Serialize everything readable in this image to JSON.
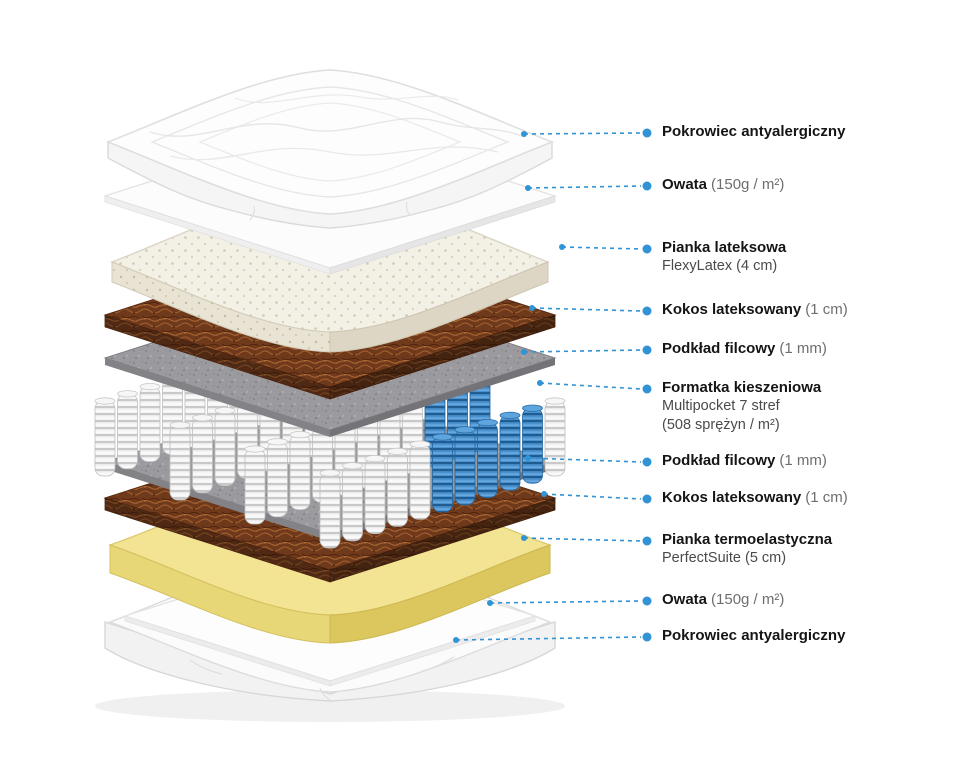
{
  "colors": {
    "accent_blue": "#2f93d6",
    "spring_blue": "#4a92cf",
    "coconut_brown": "#6f3a1c",
    "felt_gray": "#9b9b9f",
    "foam_yellow": "#f2e492",
    "cover_white": "#fcfcfc"
  },
  "labels": [
    {
      "name": "Pokrowiec antyalergiczny",
      "detail": ""
    },
    {
      "name": "Owata",
      "detail": "(150g / m²)"
    },
    {
      "name": "Pianka lateksowa",
      "detail": "",
      "sub1": "FlexyLatex (4 cm)"
    },
    {
      "name": "Kokos lateksowany",
      "detail": "(1 cm)"
    },
    {
      "name": "Podkład filcowy",
      "detail": "(1 mm)"
    },
    {
      "name": "Formatka kieszeniowa",
      "detail": "",
      "sub1": "Multipocket 7 stref",
      "sub2": "(508 sprężyn / m²)"
    },
    {
      "name": "Podkład filcowy",
      "detail": "(1 mm)"
    },
    {
      "name": "Kokos lateksowany",
      "detail": "(1 cm)"
    },
    {
      "name": "Pianka termoelastyczna",
      "detail": "",
      "sub1": "PerfectSuite (5 cm)"
    },
    {
      "name": "Owata",
      "detail": "(150g / m²)"
    },
    {
      "name": "Pokrowiec antyalergiczny",
      "detail": ""
    }
  ]
}
